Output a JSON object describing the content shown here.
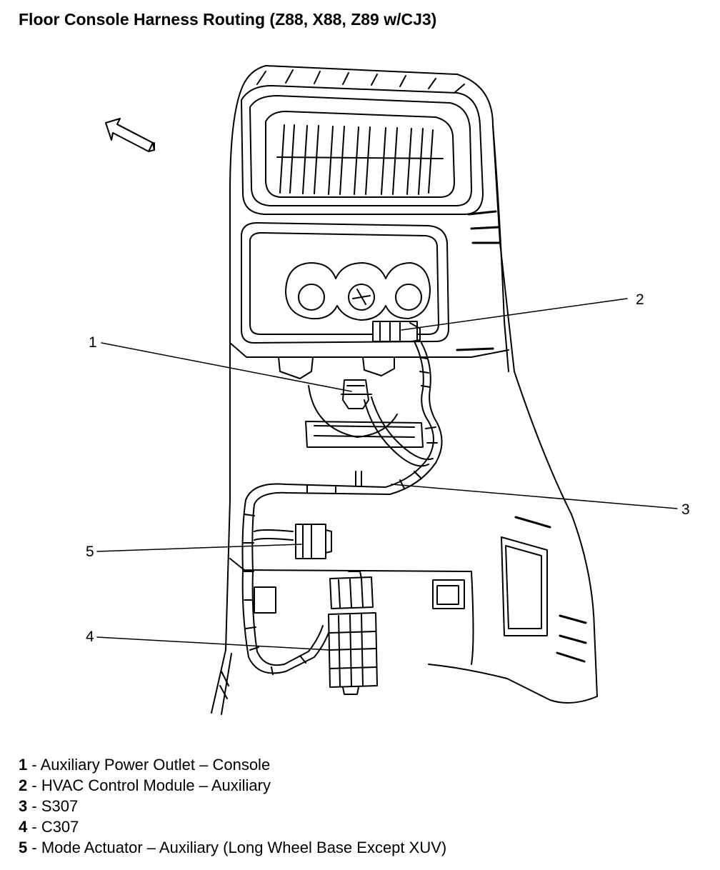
{
  "title": "Floor Console Harness Routing (Z88, X88, Z89 w/CJ3)",
  "callouts": [
    {
      "num": "1"
    },
    {
      "num": "2"
    },
    {
      "num": "3"
    },
    {
      "num": "4"
    },
    {
      "num": "5"
    }
  ],
  "legend": [
    {
      "num": "1",
      "sep": " - ",
      "text": "Auxiliary Power Outlet – Console"
    },
    {
      "num": "2",
      "sep": " - ",
      "text": "HVAC Control Module – Auxiliary"
    },
    {
      "num": "3",
      "sep": " - ",
      "text": "S307"
    },
    {
      "num": "4",
      "sep": " - ",
      "text": "C307"
    },
    {
      "num": "5",
      "sep": " - ",
      "text": "Mode Actuator – Auxiliary (Long Wheel Base Except XUV)"
    }
  ]
}
